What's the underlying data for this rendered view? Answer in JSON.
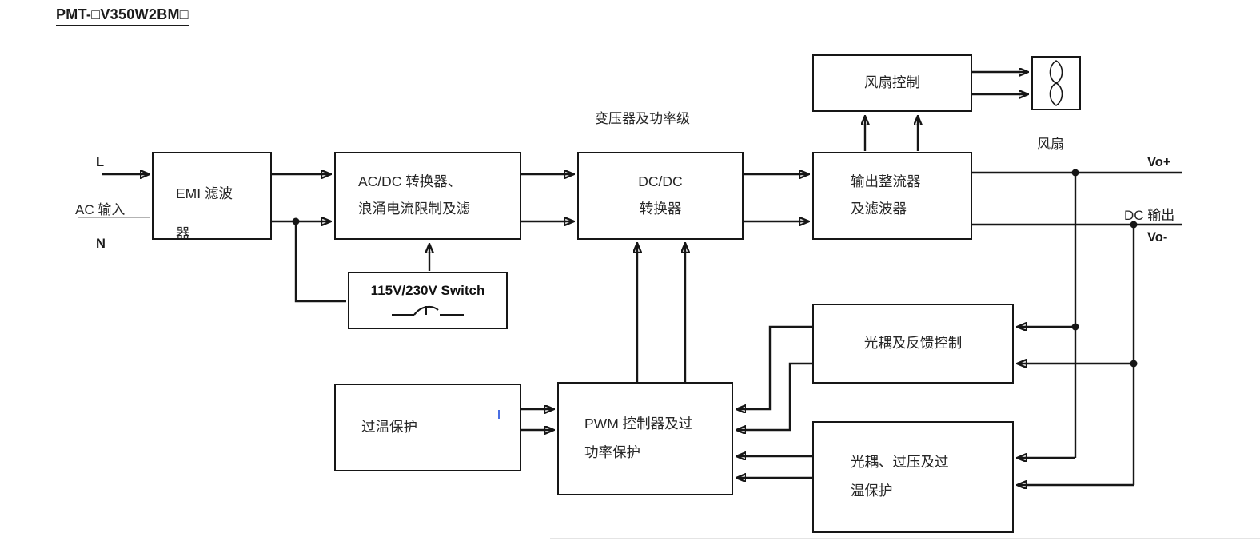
{
  "title": "PMT-□V350W2BM□",
  "io_labels": {
    "line": "L",
    "ac_input": "AC 输入",
    "neutral": "N",
    "transformer_stage": "变压器及功率级",
    "fan": "风扇",
    "vo_plus": "Vo+",
    "dc_output": "DC 输出",
    "vo_minus": "Vo-"
  },
  "blocks": {
    "emi_filter": {
      "line1": "EMI 滤波",
      "line2": "器"
    },
    "acdc_converter": {
      "line1": "AC/DC 转换器、",
      "line2": "浪涌电流限制及滤"
    },
    "dcdc_converter": {
      "line1": "DC/DC",
      "line2": "转换器"
    },
    "output_rectifier": {
      "line1": "输出整流器",
      "line2": "及滤波器"
    },
    "fan_control": {
      "label": "风扇控制"
    },
    "voltage_switch": {
      "label": "115V/230V Switch"
    },
    "over_temp_protection": {
      "label": "过温保护"
    },
    "pwm_controller": {
      "line1": "PWM 控制器及过",
      "line2": "功率保护"
    },
    "opto_feedback": {
      "label": "光耦及反馈控制"
    },
    "opto_ovp": {
      "line1": "光耦、过压及过",
      "line2": "温保护"
    }
  }
}
